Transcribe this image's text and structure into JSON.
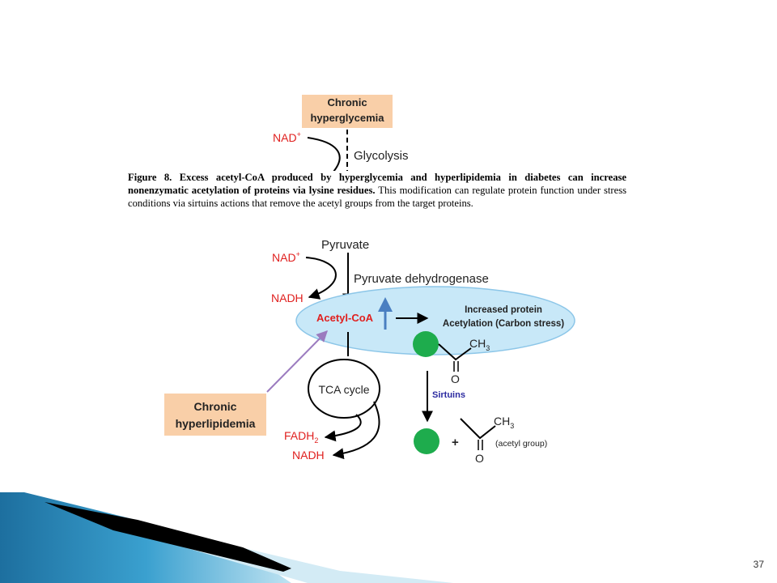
{
  "colors": {
    "cofactor_red": "#e0201f",
    "box_fill": "#f9cfa8",
    "ellipse_fill": "#c8e8f8",
    "ellipse_stroke": "#8cc6e8",
    "sirtuins_blue": "#2b2aa0",
    "protein_green": "#1eac4d",
    "up_arrow_blue": "#4a7fc1",
    "lipid_arrow_purple": "#9b7bbf",
    "footer_blue": "#1d7fb0"
  },
  "diagram": {
    "hyperglycemia_box": [
      "Chronic",
      "hyperglycemia"
    ],
    "nad_top": "NAD",
    "glycolysis": "Glycolysis",
    "pyruvate": "Pyruvate",
    "nad_mid": "NAD",
    "pdh": "Pyruvate dehydrogenase",
    "nadh_mid": "NADH",
    "acetyl_coa": "Acetyl-CoA",
    "increased_protein": "Increased protein",
    "acetylation": "Acetylation (Carbon stress)",
    "ch3_top": "CH",
    "o_top": "O",
    "sirtuins": "Sirtuins",
    "tca_cycle": "TCA cycle",
    "hyperlipidemia_box": [
      "Chronic",
      "hyperlipidemia"
    ],
    "fadh": "FADH",
    "nadh_bottom": "NADH",
    "plus": "+",
    "ch3_bottom": "CH",
    "acetyl_group": "(acetyl group)",
    "o_bottom": "O",
    "plus_sup": "+",
    "sub_2": "2",
    "sub_3": "3"
  },
  "caption": {
    "bold": "Figure 8. Excess acetyl-CoA produced by hyperglycemia and hyperlipidemia in diabetes can increase nonenzymatic acetylation of proteins via lysine residues.",
    "normal": " This modification can regulate protein function under stress conditions via sirtuins actions that remove the acetyl groups from the target proteins."
  },
  "page_number": "37"
}
